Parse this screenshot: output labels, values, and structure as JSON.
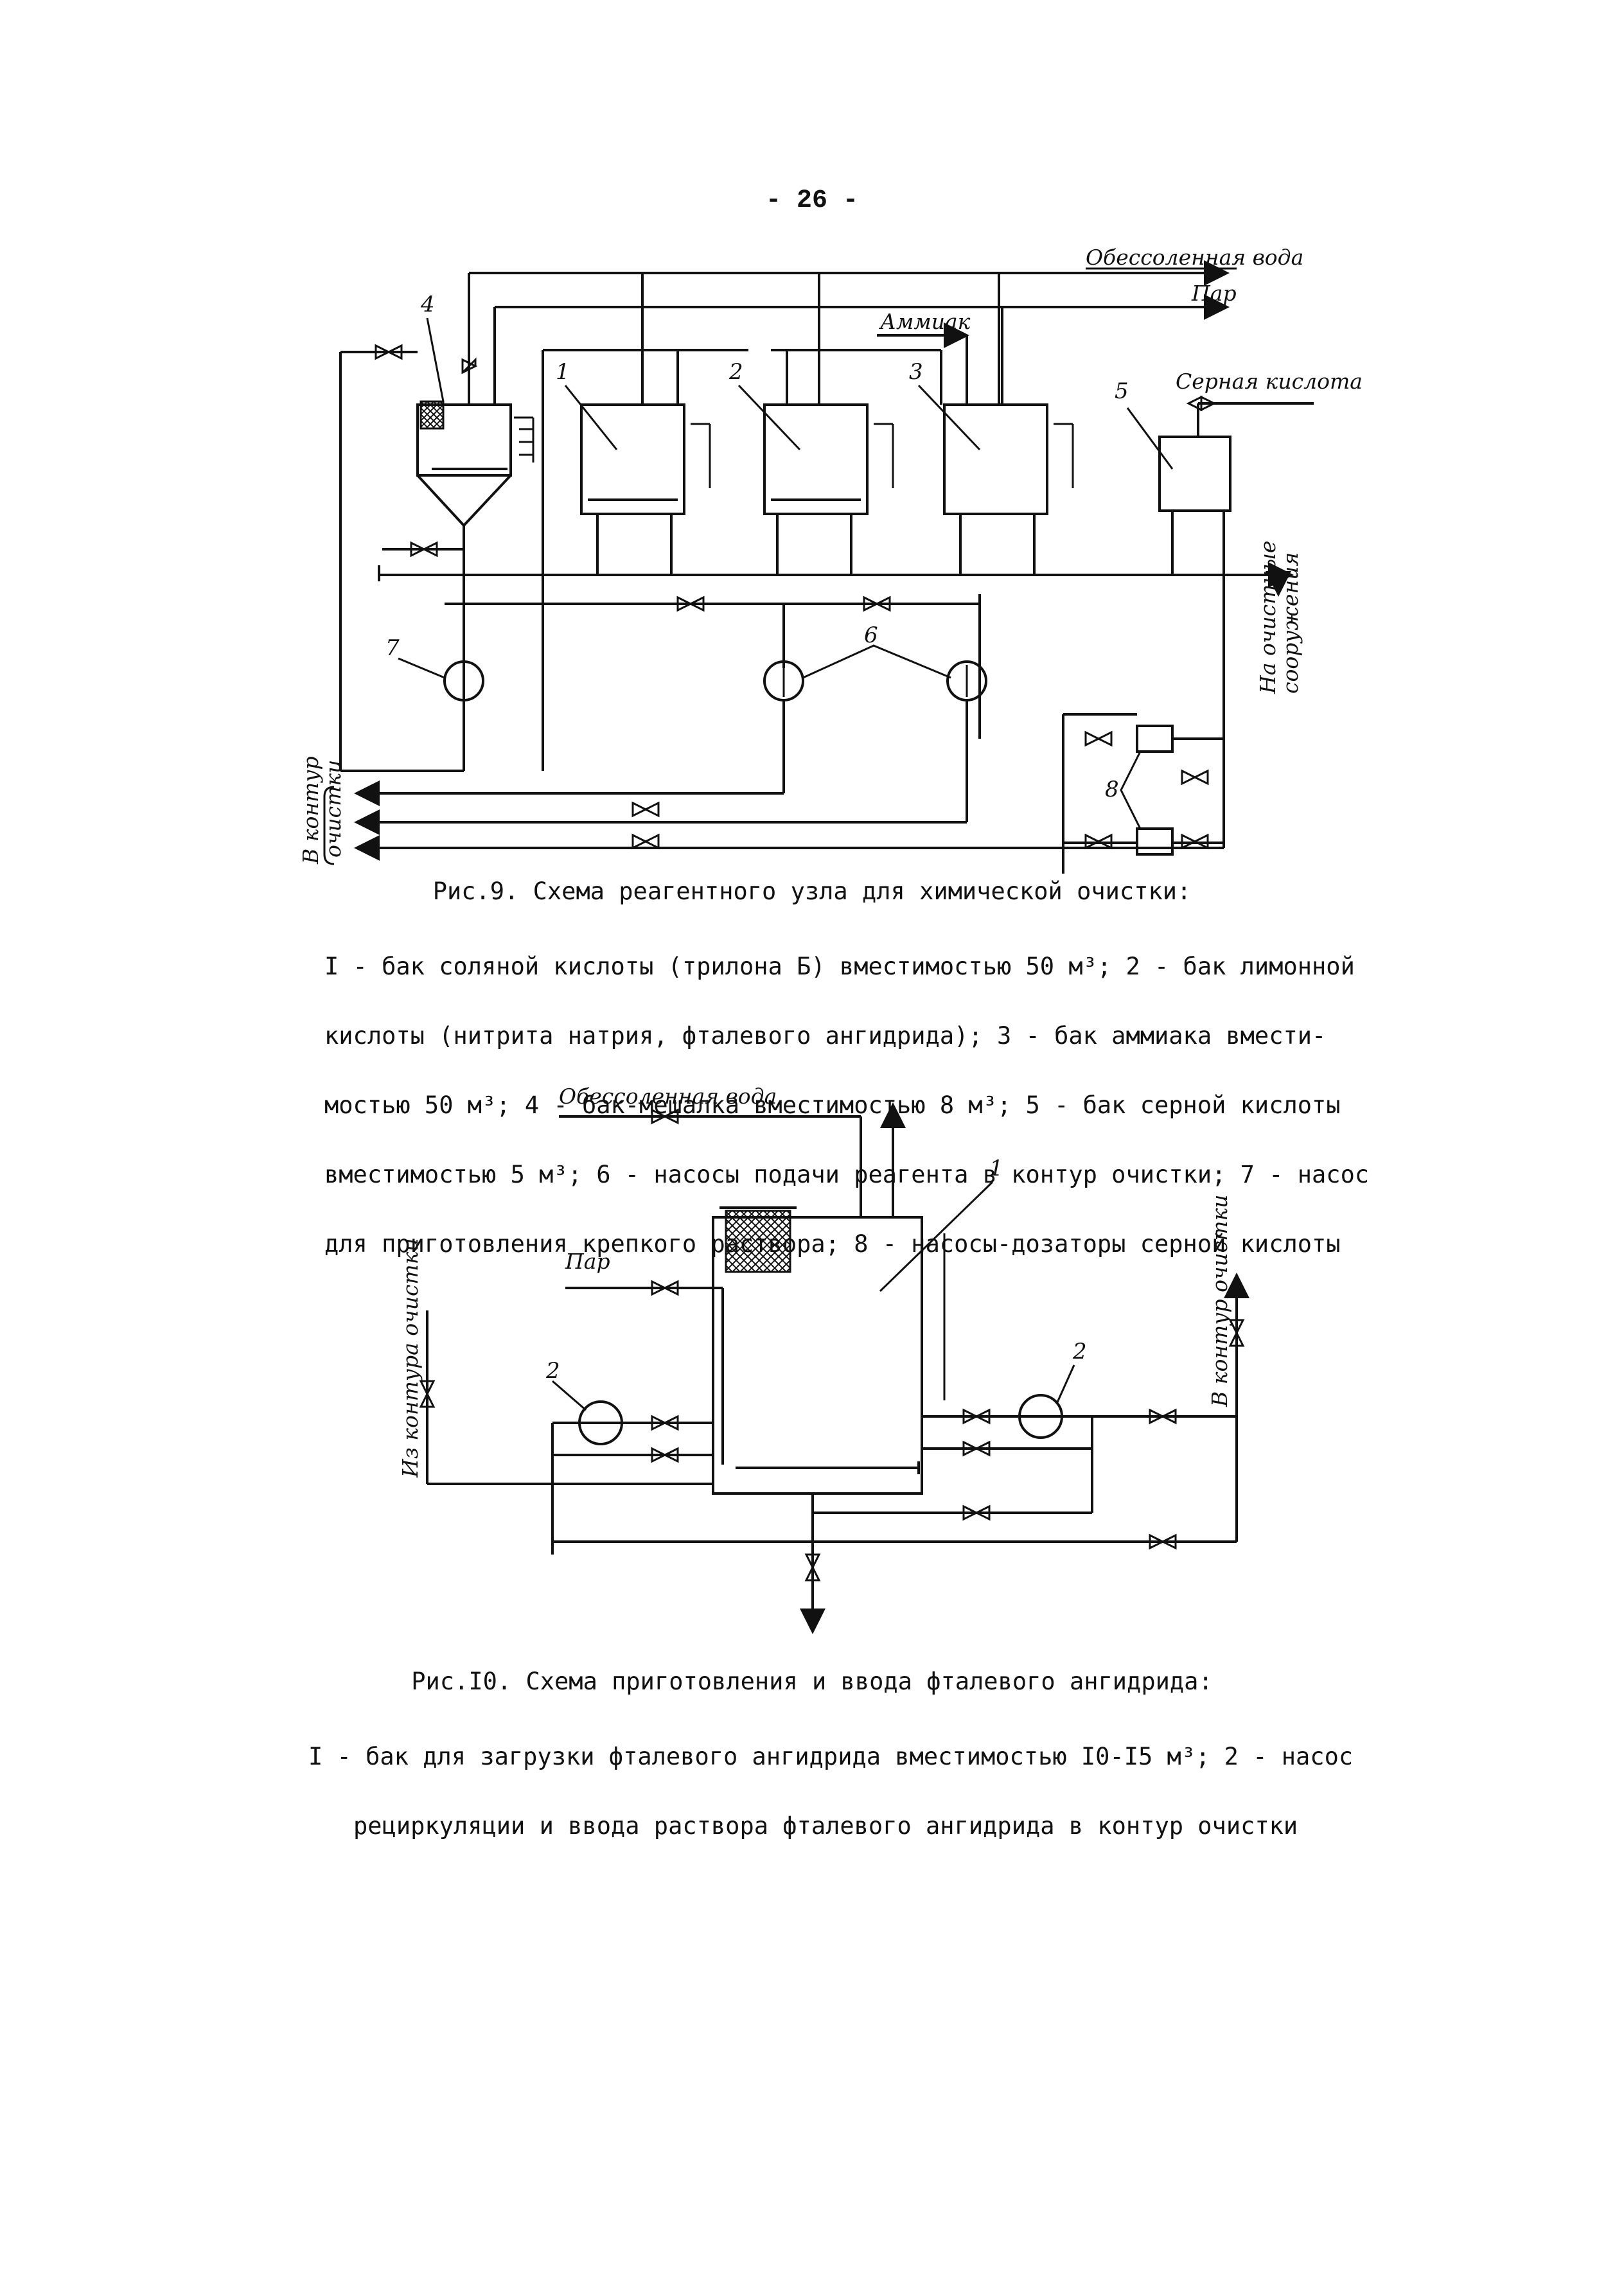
{
  "page_number": "- 26 -",
  "fig9": {
    "labels": {
      "demin_water": "Обессоленная вода",
      "steam": "Пар",
      "ammonia": "Аммиак",
      "sulfuric_acid": "Серная кислота",
      "to_treatment_1": "На очистные",
      "to_treatment_2": "сооружения",
      "to_circuit_1": "В контур",
      "to_circuit_2": "очистки"
    },
    "numbers": {
      "n1": "1",
      "n2": "2",
      "n3": "3",
      "n4": "4",
      "n5": "5",
      "n6": "6",
      "n7": "7",
      "n8": "8"
    },
    "caption_title": "Рис.9. Схема реагентного узла для химической очистки:",
    "caption_lines": [
      "I - бак соляной кислоты (трилона Б) вместимостью 50 м³; 2 - бак лимонной",
      "кислоты (нитрита натрия, фталевого ангидрида); 3 - бак аммиака вмести-",
      "мостью 50 м³; 4 - бак-мешалка вместимостью 8 м³; 5 - бак серной кислоты",
      "вместимостью 5 м³; 6 - насосы подачи реагента в контур очистки; 7 - насос",
      "для приготовления крепкого раствора; 8 - насосы-дозаторы серной кислоты"
    ]
  },
  "fig10": {
    "labels": {
      "demin_water": "Обессоленная вода",
      "steam": "Пар",
      "from_circuit": "Из контура очистки",
      "to_circuit": "В контур очистки"
    },
    "numbers": {
      "n1": "1",
      "n2a": "2",
      "n2b": "2"
    },
    "caption_title": "Рис.I0. Схема приготовления и ввода фталевого ангидрида:",
    "caption_lines": [
      "I - бак для загрузки фталевого ангидрида вместимостью I0-I5 м³; 2 - насос",
      "рециркуляции и ввода раствора фталевого ангидрида в контур очистки"
    ]
  }
}
